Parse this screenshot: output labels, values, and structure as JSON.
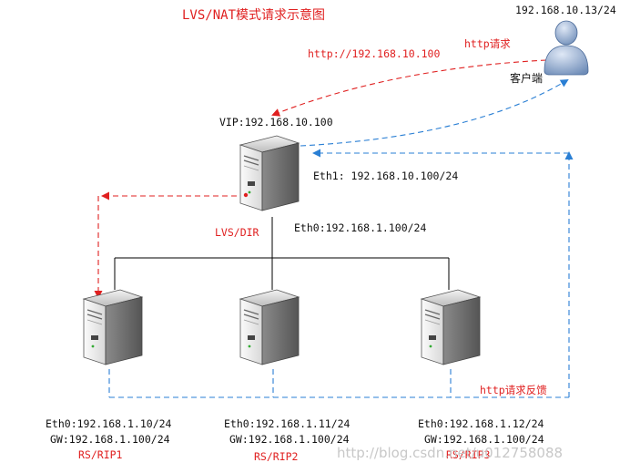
{
  "title": "LVS/NAT模式请求示意图",
  "client": {
    "ip": "192.168.10.13/24",
    "label": "客户端",
    "icon": "user-icon"
  },
  "request": {
    "url": "http://192.168.10.100",
    "label": "http请求"
  },
  "director": {
    "vip": "VIP:192.168.10.100",
    "eth1": "Eth1: 192.168.10.100/24",
    "eth0": "Eth0:192.168.1.100/24",
    "label": "LVS/DIR",
    "icon": "server-icon"
  },
  "response_label": "http请求反馈",
  "real_servers": [
    {
      "eth0": "Eth0:192.168.1.10/24",
      "gw": "GW:192.168.1.100/24",
      "label": "RS/RIP1",
      "icon": "server-icon"
    },
    {
      "eth0": "Eth0:192.168.1.11/24",
      "gw": "GW:192.168.1.100/24",
      "label": "RS/RIP2",
      "icon": "server-icon"
    },
    {
      "eth0": "Eth0:192.168.1.12/24",
      "gw": "GW:192.168.1.100/24",
      "label": "RS/RIP3",
      "icon": "server-icon"
    }
  ],
  "watermark": "http://blog.csdn.net/u012758088",
  "colors": {
    "request": "#e02020",
    "response": "#2a7fd4",
    "line": "#000000"
  }
}
